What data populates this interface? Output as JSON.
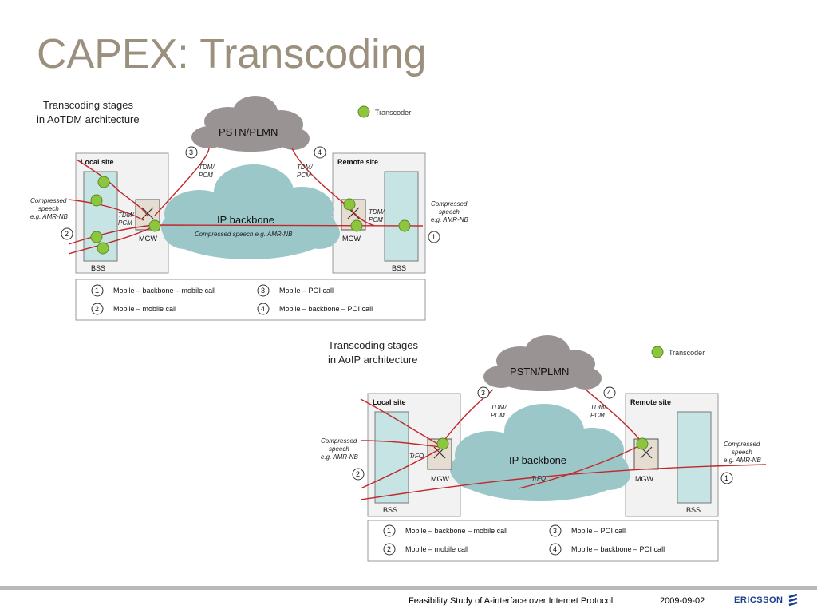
{
  "slide": {
    "title": "CAPEX: Transcoding"
  },
  "diagrams": [
    {
      "heading": [
        "Transcoding stages",
        "in AoTDM architecture"
      ],
      "legend_marker": "Transcoder",
      "cloud_pstn": "PSTN/PLMN",
      "cloud_ip": "IP backbone",
      "backbone_sub": "Compressed speech e.g. AMR-NB",
      "local_site": "Local site",
      "remote_site": "Remote site",
      "mgw": "MGW",
      "bss": "BSS",
      "left_tdm": [
        "TDM/",
        "PCM"
      ],
      "right_tdm": [
        "TDM/",
        "PCM"
      ],
      "tdm3": [
        "TDM/",
        "PCM"
      ],
      "tdm4": [
        "TDM/",
        "PCM"
      ],
      "compressed": [
        "Compressed",
        "speech",
        "e.g. AMR-NB"
      ],
      "markers": {
        "m1": "1",
        "m2": "2",
        "m3": "3",
        "m4": "4"
      },
      "legend": [
        {
          "num": "1",
          "text": "Mobile – backbone – mobile call"
        },
        {
          "num": "2",
          "text": "Mobile – mobile call"
        },
        {
          "num": "3",
          "text": "Mobile – POI call"
        },
        {
          "num": "4",
          "text": "Mobile – backbone – POI call"
        }
      ]
    },
    {
      "heading": [
        "Transcoding stages",
        "in AoIP architecture"
      ],
      "legend_marker": "Transcoder",
      "cloud_pstn": "PSTN/PLMN",
      "cloud_ip": "IP backbone",
      "backbone_sub": "TrFO",
      "local_site": "Local site",
      "remote_site": "Remote site",
      "mgw": "MGW",
      "bss": "BSS",
      "trfo": "TrFO",
      "tdm3": [
        "TDM/",
        "PCM"
      ],
      "tdm4": [
        "TDM/",
        "PCM"
      ],
      "compressed": [
        "Compressed",
        "speech",
        "e.g. AMR-NB"
      ],
      "markers": {
        "m1": "1",
        "m2": "2",
        "m3": "3",
        "m4": "4"
      },
      "legend": [
        {
          "num": "1",
          "text": "Mobile – backbone – mobile call"
        },
        {
          "num": "2",
          "text": "Mobile – mobile call"
        },
        {
          "num": "3",
          "text": "Mobile – POI call"
        },
        {
          "num": "4",
          "text": "Mobile – backbone – POI call"
        }
      ]
    }
  ],
  "footer": {
    "doc": "Feasibility Study of A-interface over Internet Protocol",
    "date": "2009-09-02",
    "brand": "ERICSSON"
  },
  "colors": {
    "title": "#9b8f7e",
    "line": "#c0282d",
    "transcoder": "#8cc63f",
    "cloud_ip": "#9cc7c8",
    "cloud_pstn": "#9a9393",
    "bss_fill": "#c7e4e4"
  }
}
